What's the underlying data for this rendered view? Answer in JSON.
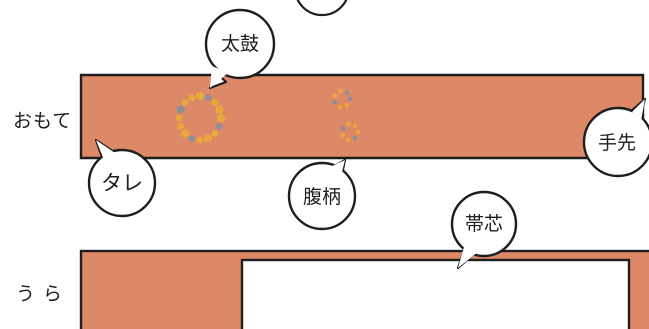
{
  "labels": {
    "omote": "おもて",
    "ura": "う ら"
  },
  "callouts": {
    "taiko": "太鼓",
    "tare": "タレ",
    "haragara": "腹柄",
    "tesaki": "手先",
    "obishin": "帯芯"
  },
  "colors": {
    "obi_fill": "#dd8867",
    "outline": "#1e1e1e",
    "bubble_fill": "#ffffff",
    "flower_gold": "#e8a93a",
    "flower_grey": "#8f8f9a"
  }
}
